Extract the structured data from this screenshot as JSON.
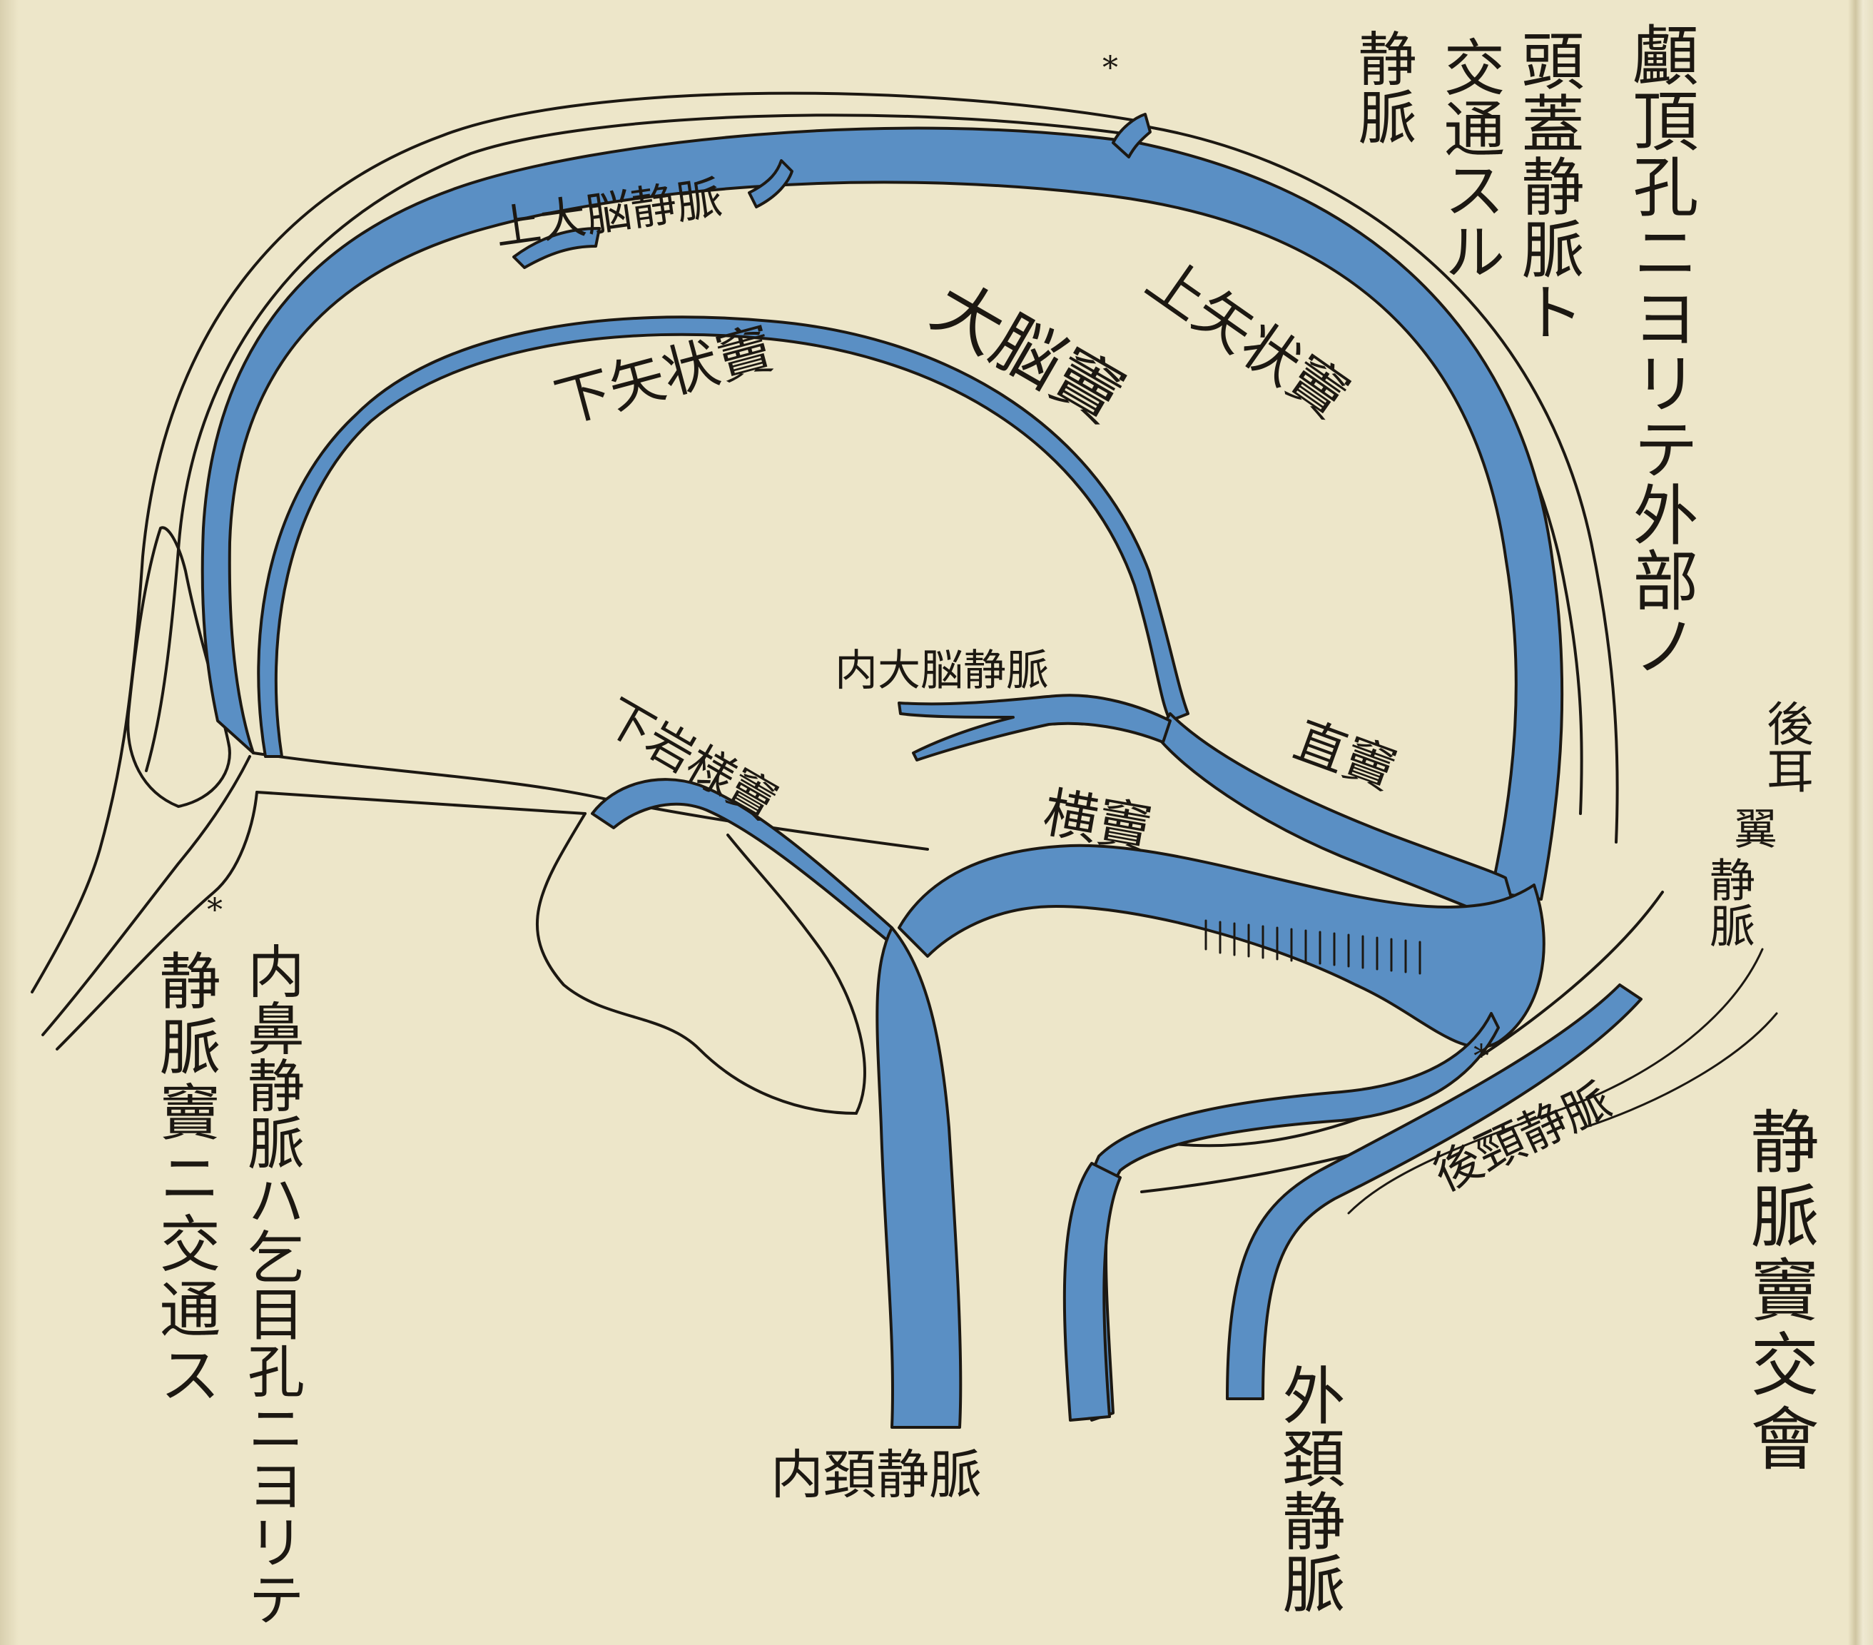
{
  "colors": {
    "paper": "#ede6c9",
    "vein_fill": "#5a8fc4",
    "vein_dark": "#2f65a6",
    "ink": "#1c1812"
  },
  "labels": {
    "emissary_parietal_col1": "顱頂孔ニヨリテ外部ノ",
    "emissary_parietal_col2": "頭蓋静脈ト",
    "emissary_parietal_col3": "交通スル",
    "emissary_parietal_col4": "静脈",
    "superior_cerebral_vein": "上大脳静脈",
    "superior_sagittal_sinus": "上矢状竇",
    "great_sinus": "大脳竇",
    "inferior_sagittal_sinus": "下矢状竇",
    "internal_cerebral_vein": "内大脳静脈",
    "inferior_petrosal_sinus": "下岩様竇",
    "straight_sinus": "直竇",
    "transverse_sinus": "横竇",
    "posterior_auricular_col1": "後耳",
    "posterior_auricular_col2": "静脈",
    "posterior_auricular_circled": "翼",
    "posterior_cervical_vein": "後頸静脈",
    "confluence_note": "静脈竇交會",
    "nasal_note_col1": "内鼻静脈ハ乞目孔ニヨリテ",
    "nasal_note_col2": "静脈竇ニ交通ス",
    "internal_jugular_vein": "内頚静脈",
    "external_jugular_vein": "外頚静脈"
  }
}
